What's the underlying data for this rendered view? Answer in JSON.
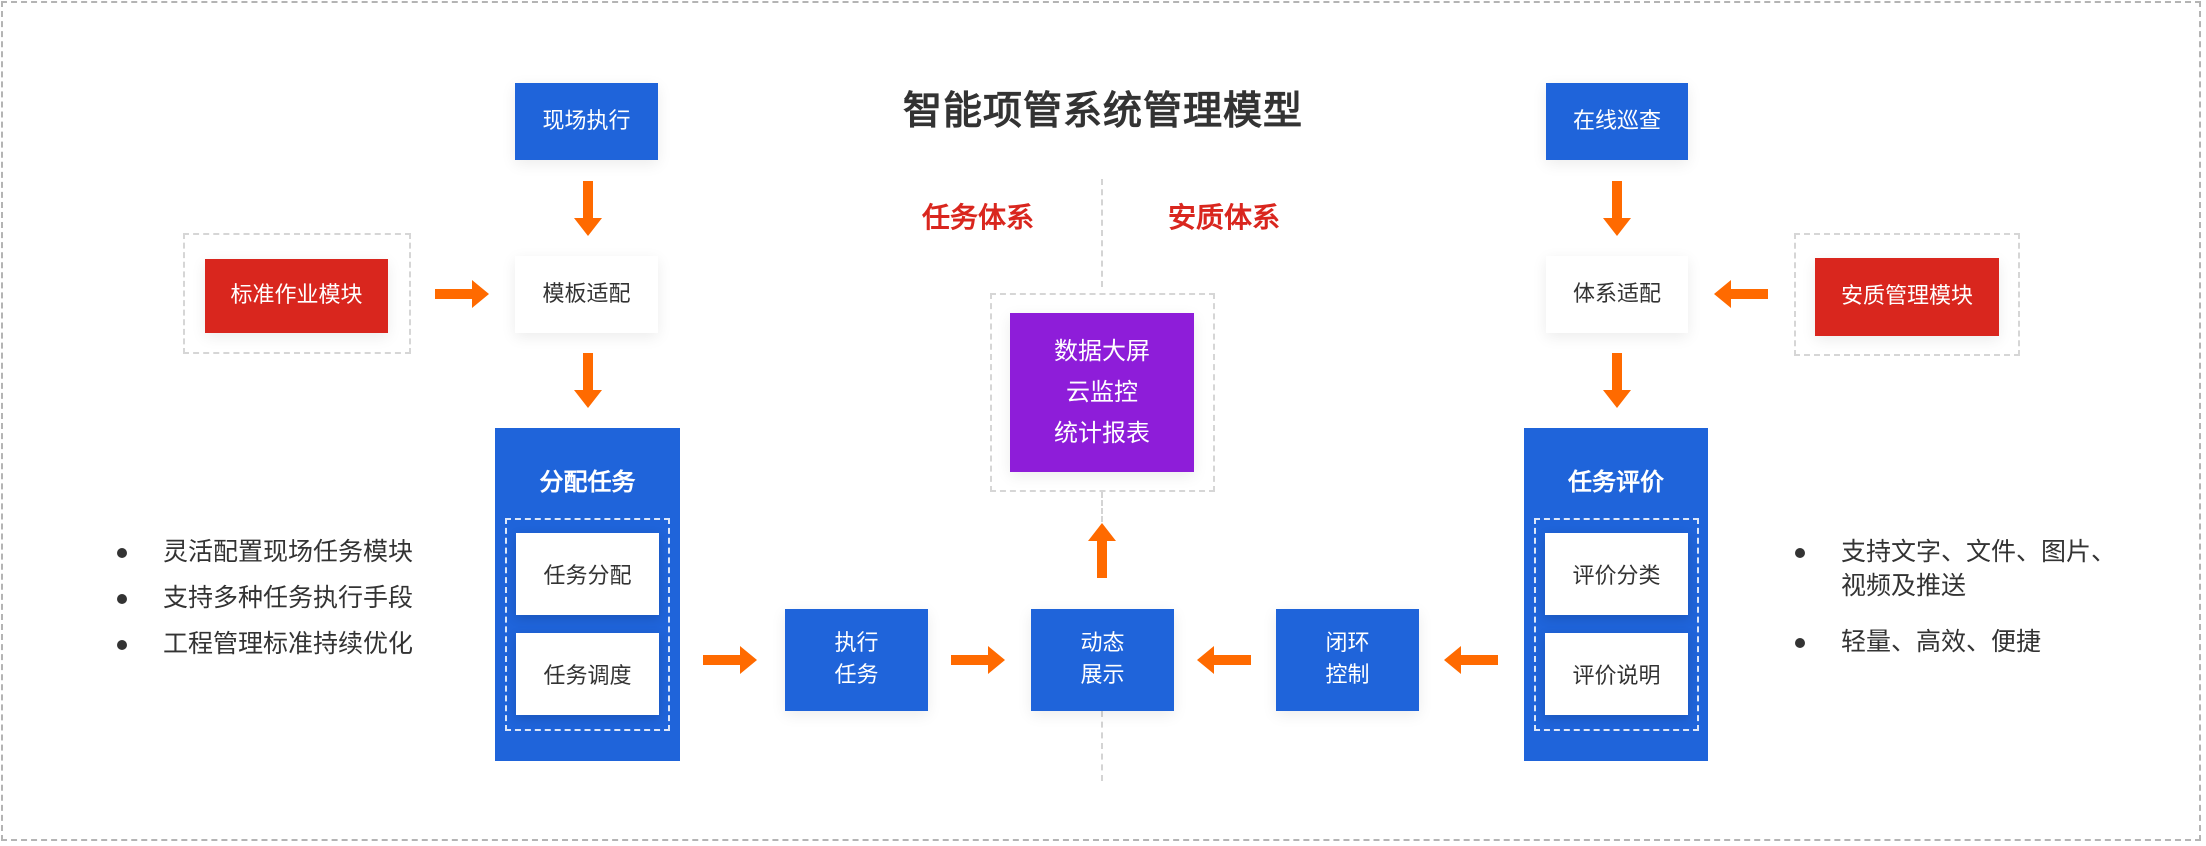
{
  "title": "智能项管系统管理模型",
  "sections": {
    "left": "任务体系",
    "right": "安质体系"
  },
  "colors": {
    "primary_blue": "#1f64da",
    "module_red": "#d9261e",
    "data_purple": "#8e1dd9",
    "arrow_orange": "#ff6a00",
    "text_dark": "#333333"
  },
  "left_flow": {
    "field_execution": "现场执行",
    "template_adapt": "模板适配",
    "standard_module": "标准作业模块",
    "assign_group": {
      "title": "分配任务",
      "items": [
        "任务分配",
        "任务调度"
      ]
    },
    "execute_task": [
      "执行",
      "任务"
    ]
  },
  "center": {
    "dynamic_display": [
      "动态",
      "展示"
    ],
    "dashboard_lines": [
      "数据大屏",
      "云监控",
      "统计报表"
    ]
  },
  "right_flow": {
    "online_patrol": "在线巡查",
    "system_adapt": "体系适配",
    "safety_module": "安质管理模块",
    "evaluation_group": {
      "title": "任务评价",
      "items": [
        "评价分类",
        "评价说明"
      ]
    },
    "closed_loop": [
      "闭环",
      "控制"
    ]
  },
  "left_bullets": [
    "灵活配置现场任务模块",
    "支持多种任务执行手段",
    "工程管理标准持续优化"
  ],
  "right_bullets": [
    [
      "支持文字、文件、图片、",
      "视频及推送"
    ],
    [
      "轻量、高效、便捷"
    ]
  ]
}
